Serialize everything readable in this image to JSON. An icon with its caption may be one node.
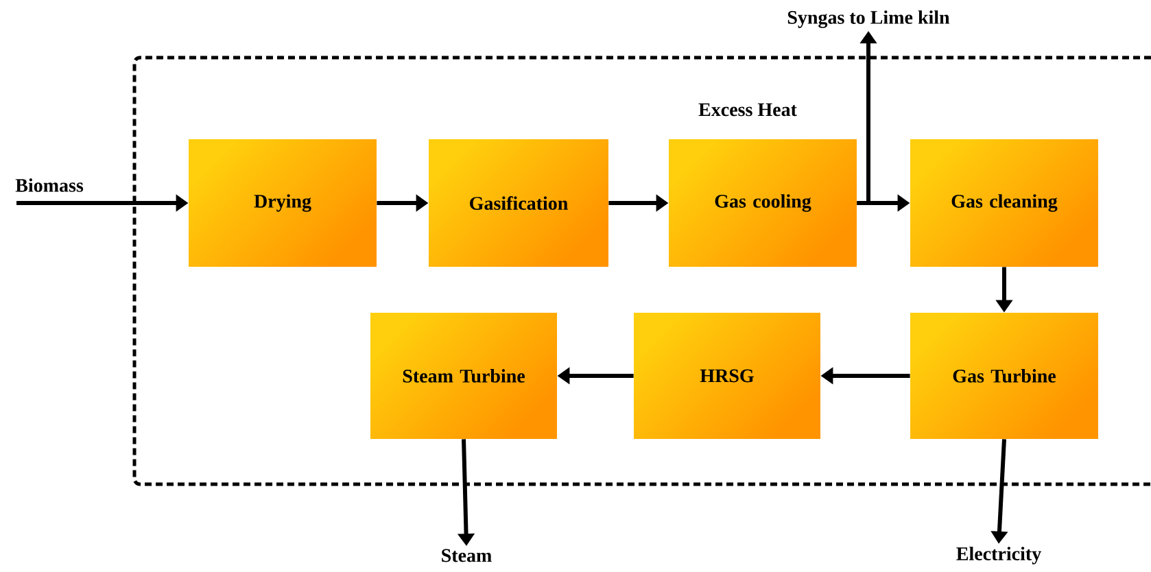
{
  "diagram": {
    "nodes": [
      {
        "text": [
          "Biomass"
        ]
      },
      {
        "text": [
          "Drying"
        ]
      },
      {
        "text": [
          "Gasification"
        ]
      },
      {
        "text": [
          "Gas cooling"
        ]
      },
      {
        "text": [
          "Gas cleaning"
        ]
      },
      {
        "text": [
          "Gas Turbine"
        ]
      },
      {
        "text": [
          "HRSG"
        ]
      },
      {
        "text": [
          "Steam Turbine"
        ]
      },
      {
        "text": [
          "Syngas to Lime kiln"
        ]
      },
      {
        "text": [
          "Steam"
        ]
      },
      {
        "text": [
          "Electricity"
        ]
      }
    ],
    "edges": [
      {
        "from": 0,
        "to": 1,
        "arrow": "to"
      },
      {
        "from": 1,
        "to": 2,
        "arrow": "to"
      },
      {
        "from": 2,
        "to": 3,
        "arrow": "to"
      },
      {
        "from": 3,
        "to": 4,
        "arrow": "to"
      },
      {
        "from": 3,
        "to": 8,
        "arrow": "to"
      },
      {
        "from": 4,
        "to": 5,
        "arrow": "to"
      },
      {
        "from": 5,
        "to": 6,
        "arrow": "to"
      },
      {
        "from": 6,
        "to": 7,
        "arrow": "to"
      },
      {
        "from": 7,
        "to": 9,
        "arrow": "to"
      },
      {
        "from": 5,
        "to": 10,
        "arrow": "to"
      }
    ],
    "labels": [
      "Excess Heat"
    ]
  }
}
